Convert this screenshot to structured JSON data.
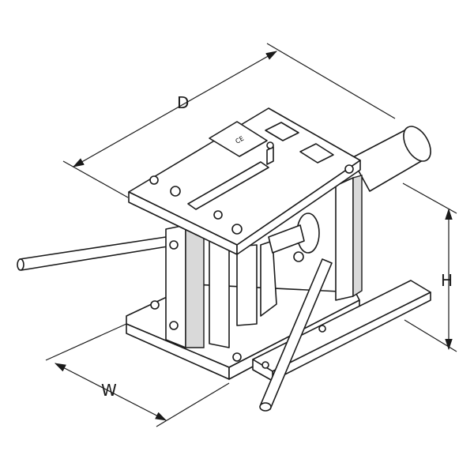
{
  "dimensions": {
    "depth_label": "D",
    "height_label": "H",
    "width_label": "W"
  },
  "nameplate": {
    "mark": "CE"
  }
}
